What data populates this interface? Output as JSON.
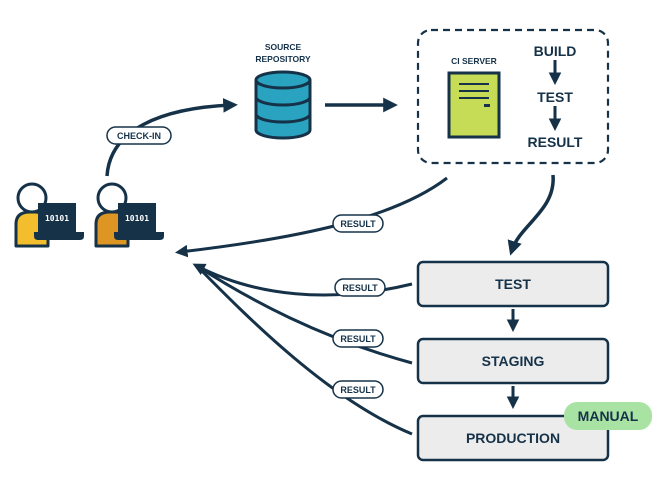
{
  "colors": {
    "ink": "#163249",
    "db_fill": "#29a3bf",
    "server_fill": "#c6dc57",
    "stage_fill": "#ececec",
    "manual_fill": "#a9e3a4",
    "dev1_body": "#f3be2e",
    "dev2_body": "#dd9524"
  },
  "source_repository": {
    "line1": "SOURCE",
    "line2": "REPOSITORY",
    "icon": "database-icon"
  },
  "ci_server": {
    "label": "CI SERVER",
    "icon": "server-icon",
    "steps": [
      "BUILD",
      "TEST",
      "RESULT"
    ]
  },
  "developers": [
    {
      "code": "10101",
      "icon": "developer-icon"
    },
    {
      "code": "10101",
      "icon": "developer-icon"
    }
  ],
  "check_in_label": "CHECK-IN",
  "result_labels": [
    "RESULT",
    "RESULT",
    "RESULT",
    "RESULT"
  ],
  "pipeline": {
    "test": "TEST",
    "staging": "STAGING",
    "production": "PRODUCTION",
    "manual_badge": "MANUAL"
  }
}
